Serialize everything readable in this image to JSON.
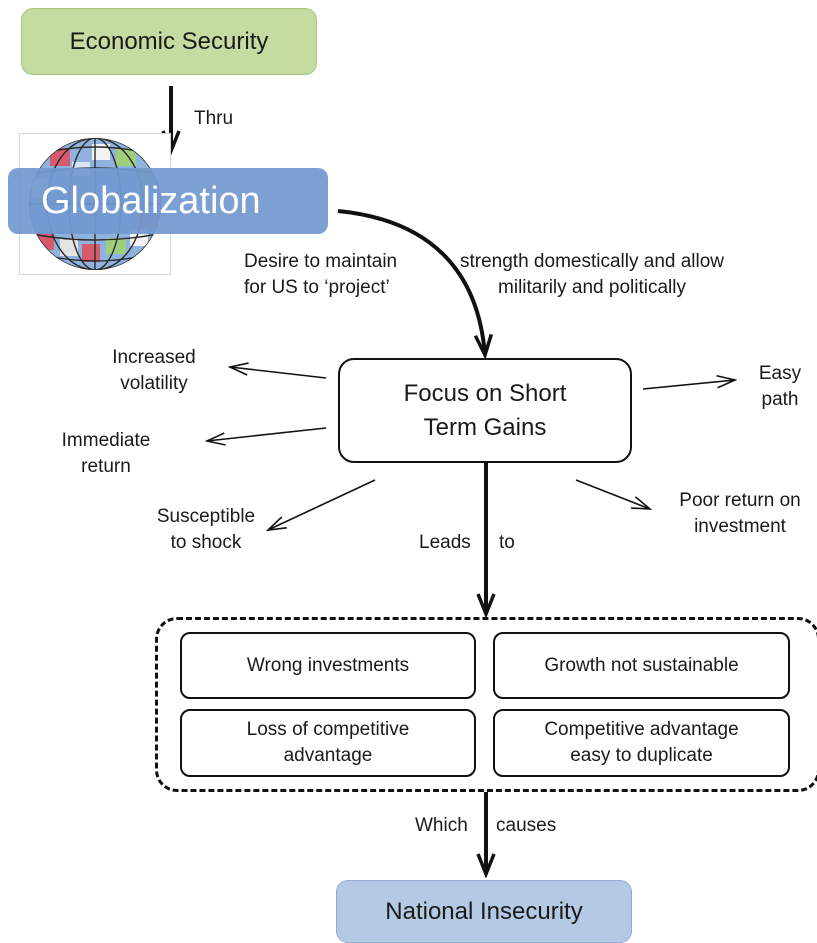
{
  "nodes": {
    "economic_security": "Economic Security",
    "globalization": "Globalization",
    "focus": "Focus on Short\nTerm Gains",
    "national_insecurity": "National Insecurity"
  },
  "edge_labels": {
    "thru": "Thru",
    "desire_left": "Desire to maintain\nfor US to ‘project’",
    "desire_right": "strength domestically and allow\nmilitarily and politically",
    "leads": "Leads",
    "to": "to",
    "which": "Which",
    "causes": "causes"
  },
  "effects": {
    "increased_volatility": "Increased\nvolatility",
    "immediate_return": "Immediate\nreturn",
    "susceptible": "Susceptible\nto shock",
    "easy_path": "Easy\npath",
    "poor_return": "Poor return on\ninvestment"
  },
  "consequences": [
    "Wrong investments",
    "Growth not sustainable",
    "Loss of competitive\nadvantage",
    "Competitive advantage\neasy to duplicate"
  ],
  "colors": {
    "economic_security_fill": "#c5dba1",
    "globalization_fill": "#7299d0",
    "national_insecurity_fill": "#b4c9e3"
  },
  "icons": {
    "globe": "globe-icon"
  }
}
